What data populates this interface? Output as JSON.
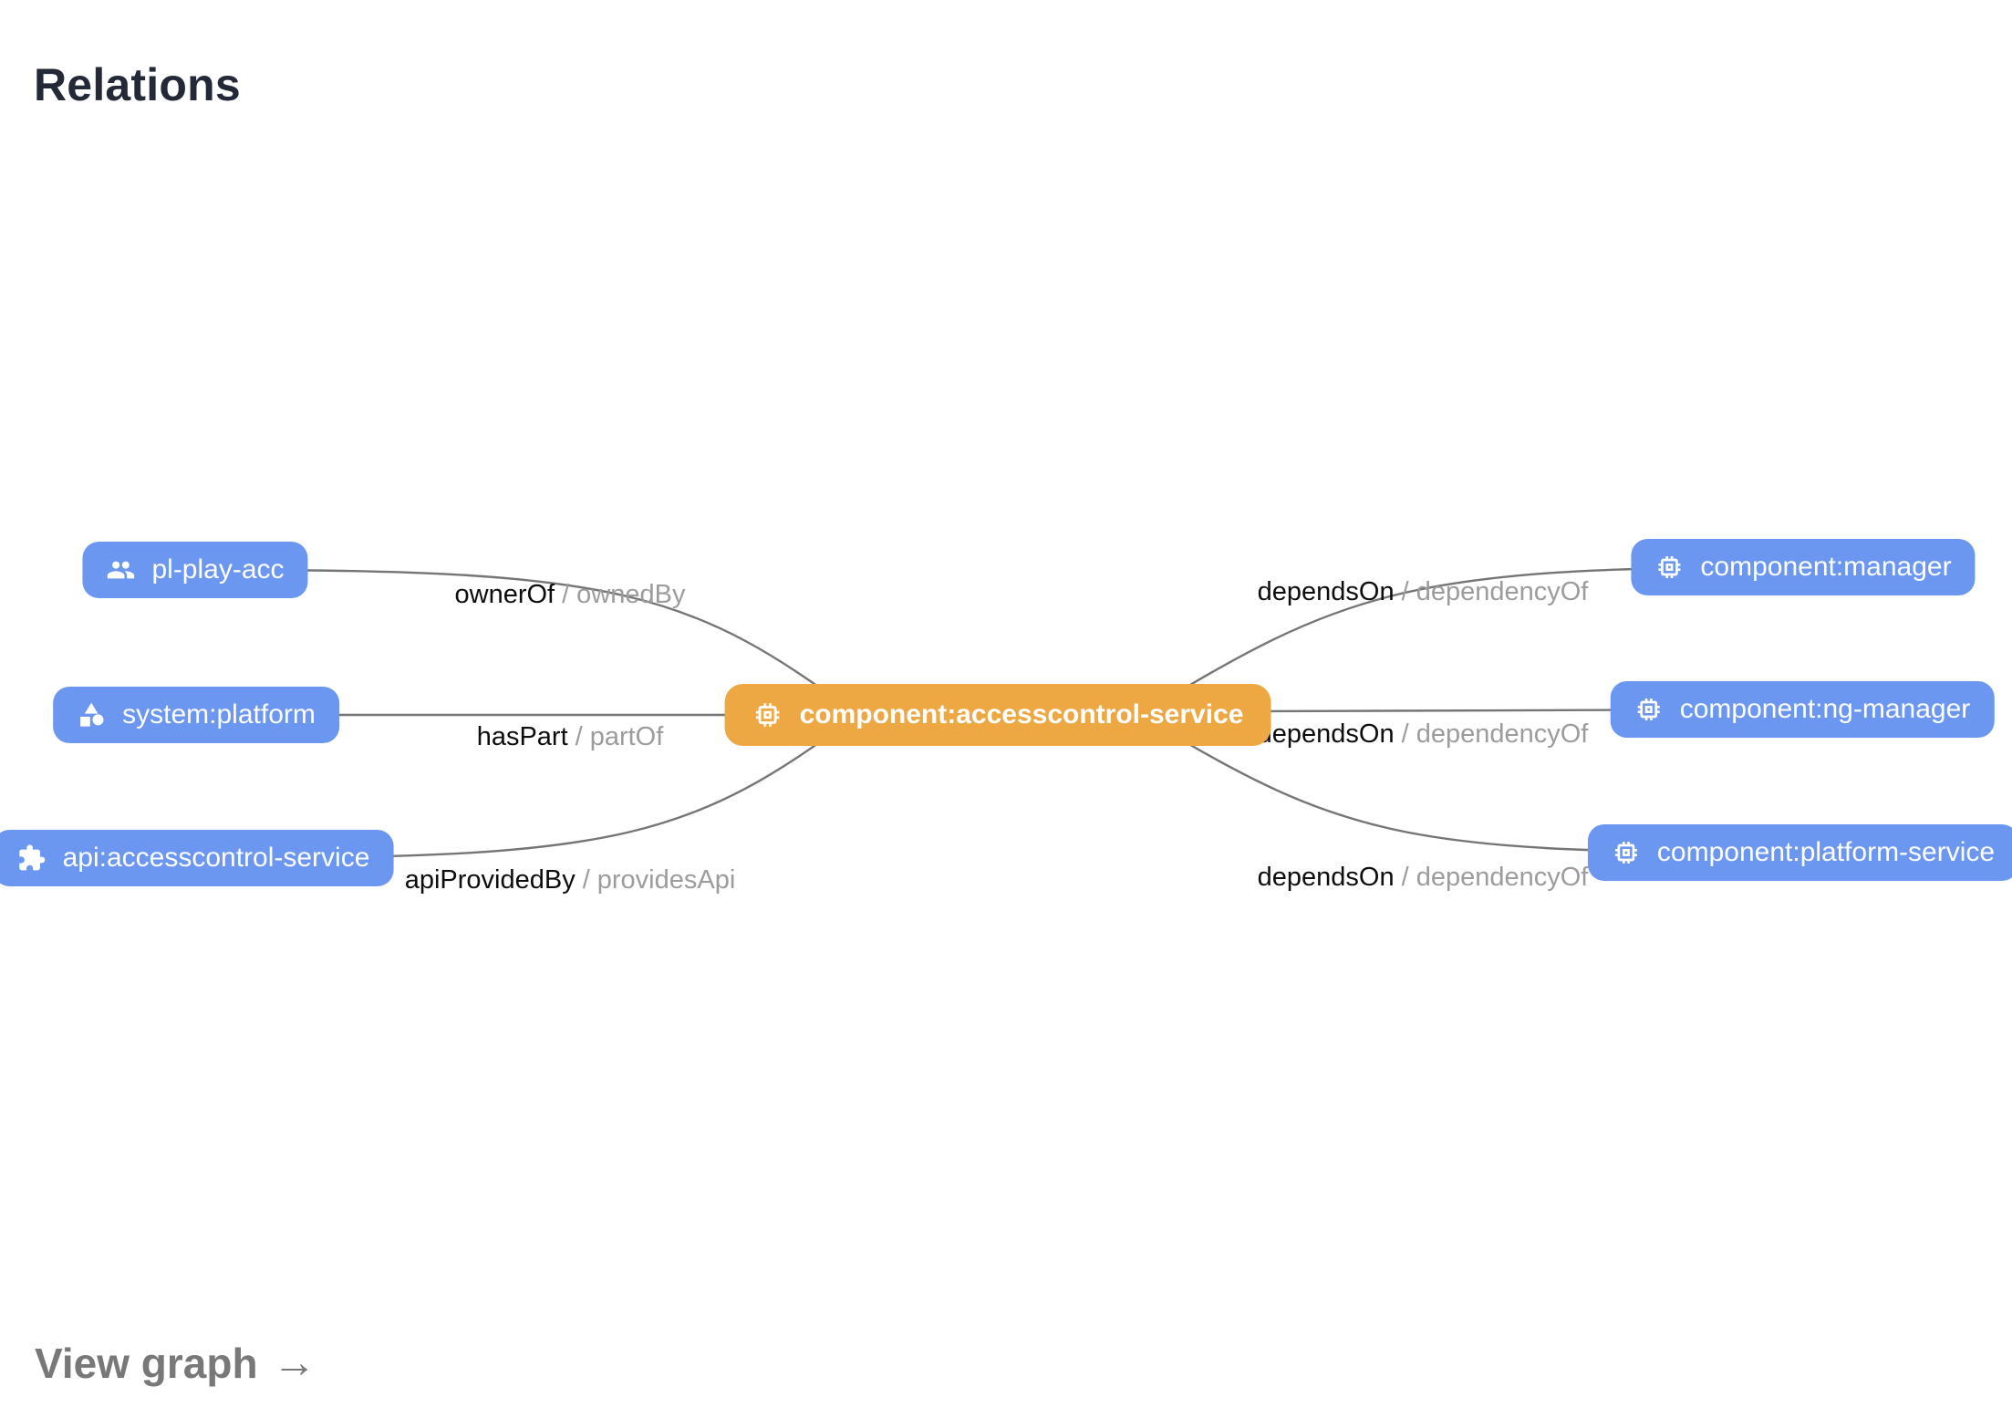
{
  "page": {
    "title": "Relations",
    "view_graph_label": "View graph",
    "view_graph_arrow": "→"
  },
  "colors": {
    "node_blue": "#6b97f0",
    "node_orange": "#eea843",
    "edge_line": "#757575",
    "edge_label_primary": "#0d0d0d",
    "edge_label_secondary": "#9c9c9c",
    "title_text": "#232936",
    "view_graph_text": "#787878",
    "node_text": "#ffffff"
  },
  "graph": {
    "center_node": {
      "label": "component:accesscontrol-service",
      "icon": "chip-icon"
    },
    "left_nodes": [
      {
        "label": "pl-play-acc",
        "icon": "group-icon"
      },
      {
        "label": "system:platform",
        "icon": "category-icon"
      },
      {
        "label": "api:accesscontrol-service",
        "icon": "puzzle-icon"
      }
    ],
    "right_nodes": [
      {
        "label": "component:manager",
        "icon": "chip-icon"
      },
      {
        "label": "component:ng-manager",
        "icon": "chip-icon"
      },
      {
        "label": "component:platform-service",
        "icon": "chip-icon"
      }
    ],
    "edges": [
      {
        "source": "pl-play-acc",
        "target": "component:accesscontrol-service",
        "forward": "ownerOf",
        "separator": "/",
        "reverse": "ownedBy"
      },
      {
        "source": "system:platform",
        "target": "component:accesscontrol-service",
        "forward": "hasPart",
        "separator": "/",
        "reverse": "partOf"
      },
      {
        "source": "api:accesscontrol-service",
        "target": "component:accesscontrol-service",
        "forward": "apiProvidedBy",
        "separator": "/",
        "reverse": "providesApi"
      },
      {
        "source": "component:accesscontrol-service",
        "target": "component:manager",
        "forward": "dependsOn",
        "separator": "/",
        "reverse": "dependencyOf"
      },
      {
        "source": "component:accesscontrol-service",
        "target": "component:ng-manager",
        "forward": "dependsOn",
        "separator": "/",
        "reverse": "dependencyOf"
      },
      {
        "source": "component:accesscontrol-service",
        "target": "component:platform-service",
        "forward": "dependsOn",
        "separator": "/",
        "reverse": "dependencyOf"
      }
    ]
  }
}
